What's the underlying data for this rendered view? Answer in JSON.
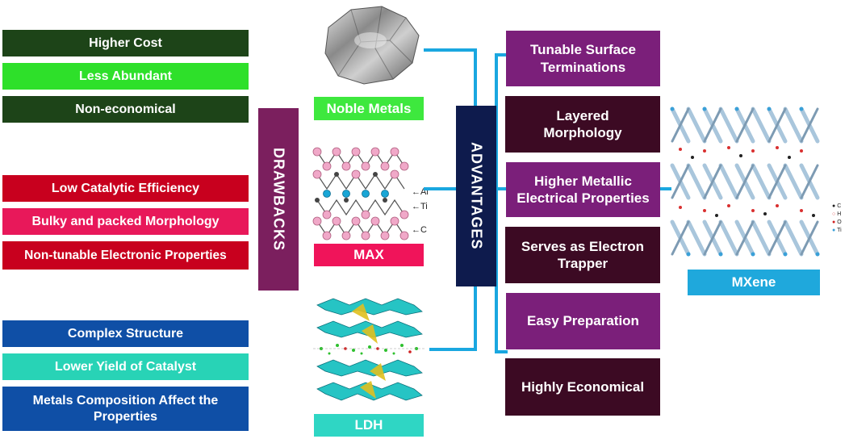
{
  "drawbacks": {
    "title": "DRAWBACKS",
    "groups": [
      {
        "color": "#1d4418",
        "items": [
          {
            "label": "Higher Cost",
            "color": "#1d4418"
          },
          {
            "label": "Less Abundant",
            "color": "#2ee02a"
          },
          {
            "label": "Non-economical",
            "color": "#1d4418"
          }
        ]
      },
      {
        "color": "#c8001e",
        "items": [
          {
            "label": "Low Catalytic Efficiency",
            "color": "#c8001e"
          },
          {
            "label": "Bulky and packed Morphology",
            "color": "#e8185a"
          },
          {
            "label": "Non-tunable Electronic Properties",
            "color": "#c8001e"
          }
        ]
      },
      {
        "color": "#0f4fa6",
        "items": [
          {
            "label": "Complex Structure",
            "color": "#0f4fa6"
          },
          {
            "label": "Lower Yield of Catalyst",
            "color": "#28d3b6"
          },
          {
            "label": "Metals Composition Affect the Properties",
            "color": "#0f4fa6"
          }
        ]
      }
    ]
  },
  "materials": {
    "noble_metals": "Noble Metals",
    "max": "MAX",
    "ldh": "LDH",
    "mxene": "MXene"
  },
  "max_atoms": {
    "al": "Al",
    "ti": "Ti",
    "c": "C"
  },
  "mxene_legend": [
    "C",
    "H",
    "O",
    "Ti"
  ],
  "advantages": {
    "title": "ADVANTAGES",
    "items": [
      {
        "label": "Tunable Surface Terminations",
        "color": "#7b1f7a"
      },
      {
        "label": "Layered Morphology",
        "color": "#3c0a23"
      },
      {
        "label": "Higher Metallic Electrical Properties",
        "color": "#7b1f7a"
      },
      {
        "label": "Serves as Electron Trapper",
        "color": "#3c0a23"
      },
      {
        "label": "Easy Preparation",
        "color": "#7b1f7a"
      },
      {
        "label": "Highly Economical",
        "color": "#3c0a23"
      }
    ]
  },
  "colors": {
    "drawbacks_bar": "#7b1f5e",
    "advantages_bar": "#0e1b4d",
    "connector": "#1aa7e0",
    "noble_label_bg": "#3ee83e",
    "max_label_bg": "#f0145a",
    "ldh_label_bg": "#2fd6c4",
    "mxene_label_bg": "#1fa8dc"
  }
}
